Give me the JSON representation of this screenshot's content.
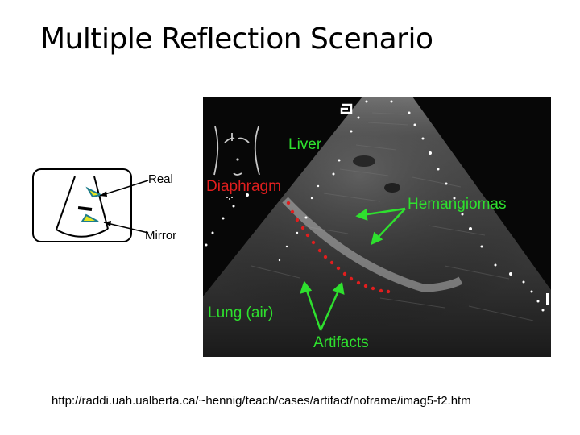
{
  "slide": {
    "title": "Multiple Reflection Scenario",
    "citation": "http://raddi.uah.ualberta.ca/~hennig/teach/cases/artifact/noframe/imag5-f2.htm"
  },
  "diagram": {
    "labels": {
      "real": "Real",
      "mirror": "Mirror"
    },
    "colors": {
      "triangle_fill": "#e6e61e",
      "triangle_stroke": "#1e7d8c",
      "lines": "#000000"
    }
  },
  "ultrasound": {
    "labels": {
      "liver": "Liver",
      "diaphragm": "Diaphragm",
      "hemangiomas": "Hemangiomas",
      "lung": "Lung (air)",
      "artifacts": "Artifacts"
    },
    "orientation_marker": "a",
    "colors": {
      "annotation_green": "#2ee02e",
      "diaphragm_red": "#e01e1e",
      "background": "#070707"
    }
  }
}
